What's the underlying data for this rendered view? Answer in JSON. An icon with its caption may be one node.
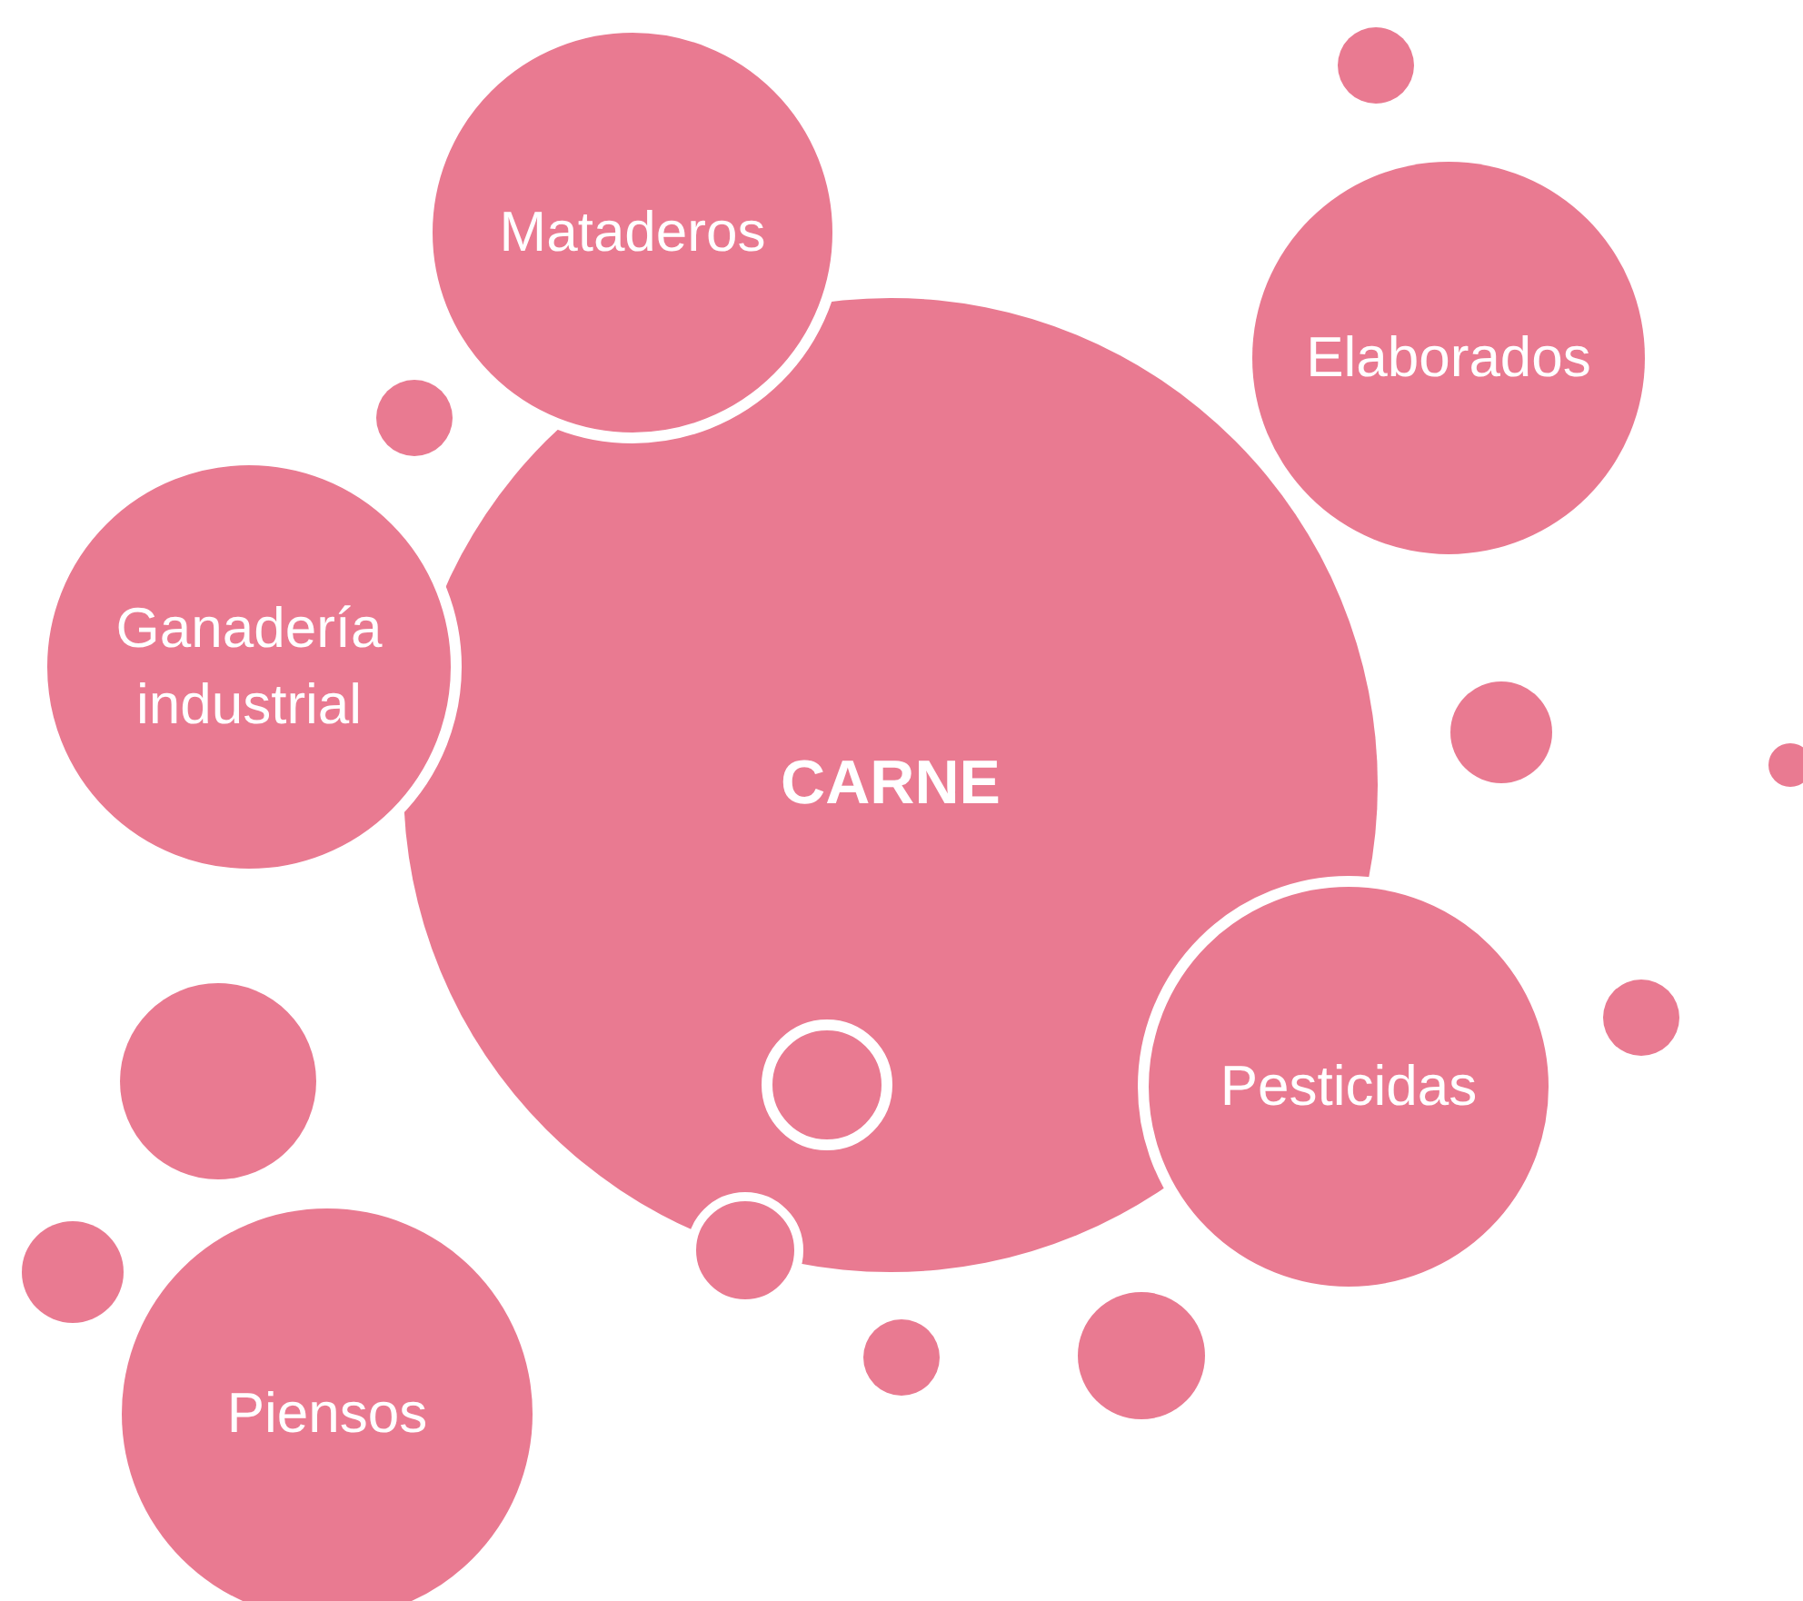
{
  "diagram": {
    "nodes": [
      {
        "text": [
          "Mataderos"
        ]
      },
      {
        "text": [],
        "shape": "circle"
      },
      {
        "text": [
          "Elaborados"
        ]
      },
      {
        "text": [],
        "shape": "circle"
      },
      {
        "text": [
          "CARNE"
        ]
      },
      {
        "text": [
          "Ganadería industrial"
        ]
      },
      {
        "text": [],
        "shape": "circle"
      },
      {
        "text": [],
        "shape": "circle"
      },
      {
        "text": [],
        "shape": "circle",
        "in": 4
      },
      {
        "text": [],
        "shape": "circle"
      },
      {
        "text": [
          "Pesticidas"
        ]
      },
      {
        "text": [],
        "shape": "circle"
      },
      {
        "text": [],
        "shape": "circle"
      },
      {
        "text": [],
        "shape": "circle"
      },
      {
        "text": [],
        "shape": "circle"
      },
      {
        "text": [],
        "shape": "circle"
      },
      {
        "text": [
          "Piensos"
        ]
      }
    ]
  }
}
